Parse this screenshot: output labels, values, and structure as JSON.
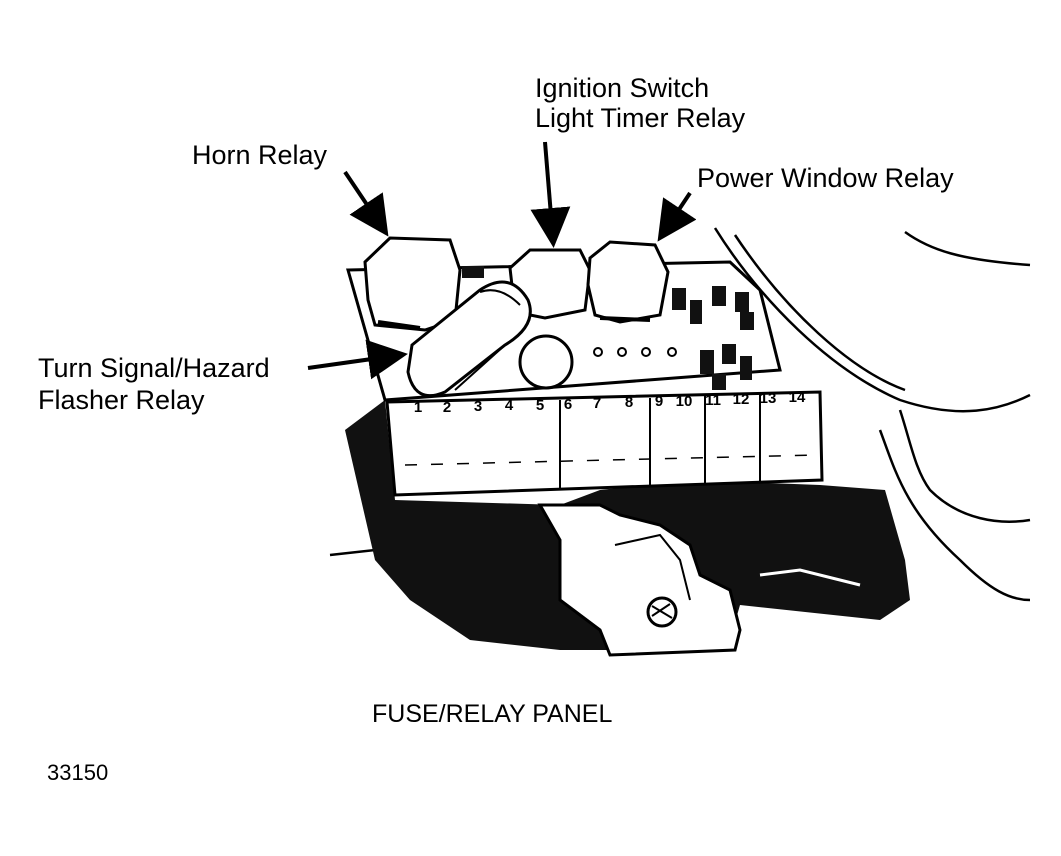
{
  "labels": {
    "horn_relay": "Horn Relay",
    "ignition_switch_line1": "Ignition Switch",
    "ignition_switch_line2": "Light Timer Relay",
    "power_window_relay": "Power Window Relay",
    "turn_signal_line1": "Turn Signal/Hazard",
    "turn_signal_line2": "Flasher Relay"
  },
  "caption": "FUSE/RELAY PANEL",
  "figure_id": "33150",
  "fuse_numbers": [
    "1",
    "2",
    "3",
    "4",
    "5",
    "6",
    "7",
    "8",
    "9",
    "10",
    "11",
    "12",
    "13",
    "14"
  ],
  "colors": {
    "ink": "#000000",
    "paper": "#ffffff"
  }
}
